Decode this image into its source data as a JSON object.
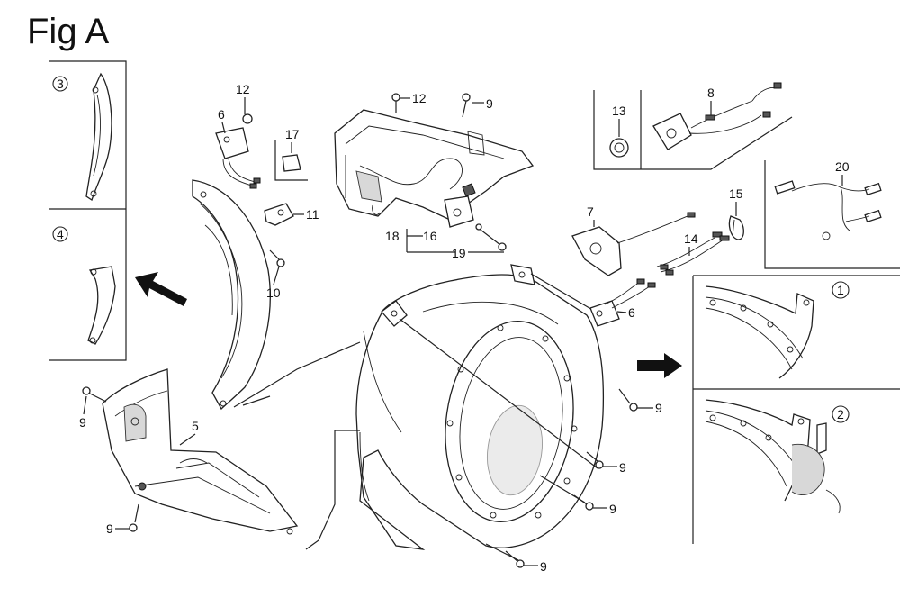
{
  "figure": {
    "title": "Fig A"
  },
  "callouts": {
    "c1": "1",
    "c2": "2",
    "c3": "3",
    "c4": "4"
  },
  "labels": {
    "p5": "5",
    "p6a": "6",
    "p6b": "6",
    "p7": "7",
    "p8": "8",
    "p9_top": "9",
    "p9_left": "9",
    "p9_bot_left": "9",
    "p9_right": "9",
    "p9_mid1": "9",
    "p9_mid2": "9",
    "p9_bottom": "9",
    "p10": "10",
    "p11": "11",
    "p12a": "12",
    "p12b": "12",
    "p13": "13",
    "p14": "14",
    "p15": "15",
    "p16": "16",
    "p17": "17",
    "p18": "18",
    "p19": "19",
    "p20": "20"
  },
  "colors": {
    "ink": "#222222",
    "background": "#ffffff"
  }
}
